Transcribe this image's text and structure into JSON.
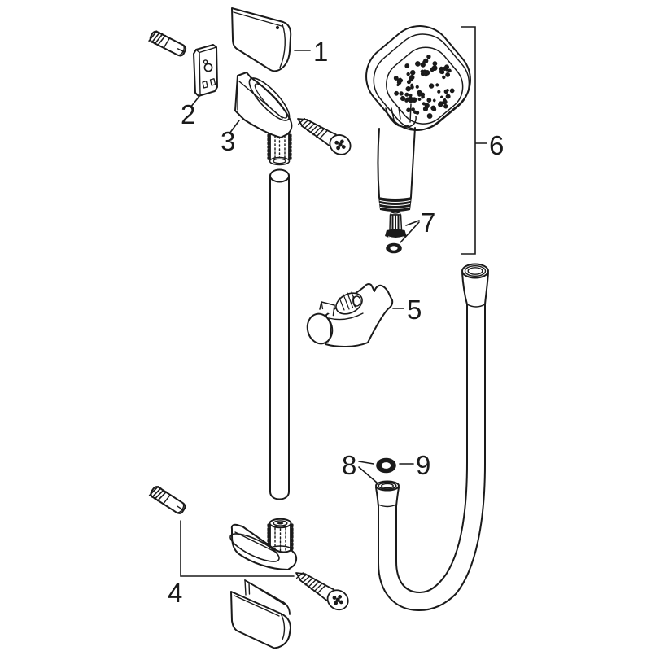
{
  "diagram": {
    "kind": "exploded-parts-drawing",
    "subject": "shower-rail-set-with-hand-shower-and-hose",
    "colors": {
      "background": "#ffffff",
      "line": "#1a1a1a"
    },
    "callouts": [
      {
        "label": "1",
        "part": "rail-bracket-cover-cap-top"
      },
      {
        "label": "2",
        "part": "wall-mount-plate"
      },
      {
        "label": "3",
        "part": "rail-end-bracket-top"
      },
      {
        "label": "4",
        "part": "rail-end-bracket-bottom-set"
      },
      {
        "label": "5",
        "part": "shower-holder-slider"
      },
      {
        "label": "6",
        "part": "hand-shower"
      },
      {
        "label": "7",
        "part": "filter-insert-with-seal"
      },
      {
        "label": "8",
        "part": "hose-connection-set"
      },
      {
        "label": "9",
        "part": "hose-seal-ring"
      }
    ]
  }
}
